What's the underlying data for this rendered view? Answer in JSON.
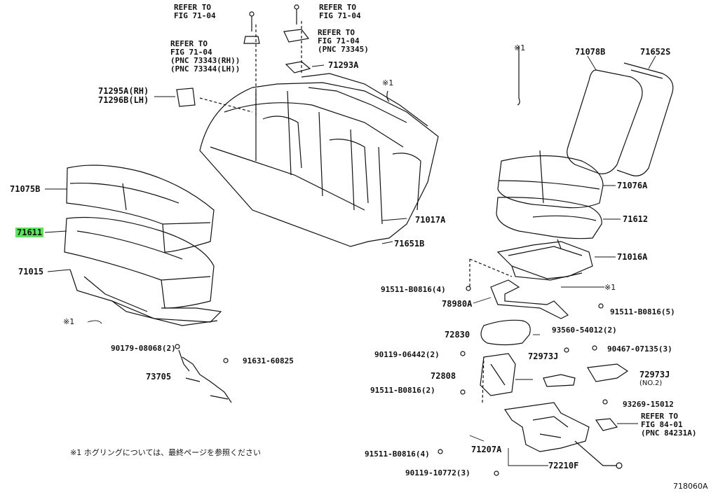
{
  "labels": {
    "ref_top1_a": "REFER TO",
    "ref_top1_b": "FIG 71-04",
    "ref_top2_a": "REFER TO",
    "ref_top2_b": "FIG 71-04",
    "ref_mid_a": "REFER TO",
    "ref_mid_b": "FIG 71-04",
    "ref_mid_c": "(PNC 73345)",
    "ref_left_a": "REFER TO",
    "ref_left_b": "FIG 71-04",
    "ref_left_c": "(PNC 73343(RH))",
    "ref_left_d": "(PNC 73344(LH))",
    "p71293a": "71293A",
    "p71295a": "71295A(RH)",
    "p71296b": "71296B(LH)",
    "mark_center": "※1",
    "mark_right": "※1",
    "p71078b": "71078B",
    "p71652s": "71652S",
    "p71075b": "71075B",
    "p71611": "71611",
    "p71015": "71015",
    "mark_left": "※1",
    "p71017a": "71017A",
    "p71651b": "71651B",
    "p71076a": "71076A",
    "p71612": "71612",
    "p71016a": "71016A",
    "p91511_4a": "91511-B0816(4)",
    "mark_r2": "※1",
    "p78980a": "78980A",
    "p91511_5": "91511-B0816(5)",
    "p72830": "72830",
    "p93560": "93560-54012(2)",
    "p90179": "90179-08068(2)",
    "p90119_2": "90119-06442(2)",
    "p72973j_a": "72973J",
    "p90467": "90467-07135(3)",
    "p91631": "91631-60825",
    "p72973j_b": "72973J",
    "p72973j_no2": "(NO.2)",
    "p73705": "73705",
    "p72808": "72808",
    "p91511_2": "91511-B0816(2)",
    "p93269": "93269-15012",
    "ref_84_a": "REFER TO",
    "ref_84_b": "FIG 84-01",
    "ref_84_c": "(PNC 84231A)",
    "p91511_4b": "91511-B0816(4)",
    "p71207a": "71207A",
    "p72210f": "72210F",
    "p90119_3": "90119-10772(3)",
    "footnote": "※1  ホグリングについては、最終ページを参照ください",
    "diagram_id": "718060A"
  },
  "colors": {
    "highlight": "#5ee35e",
    "line": "#111111"
  }
}
